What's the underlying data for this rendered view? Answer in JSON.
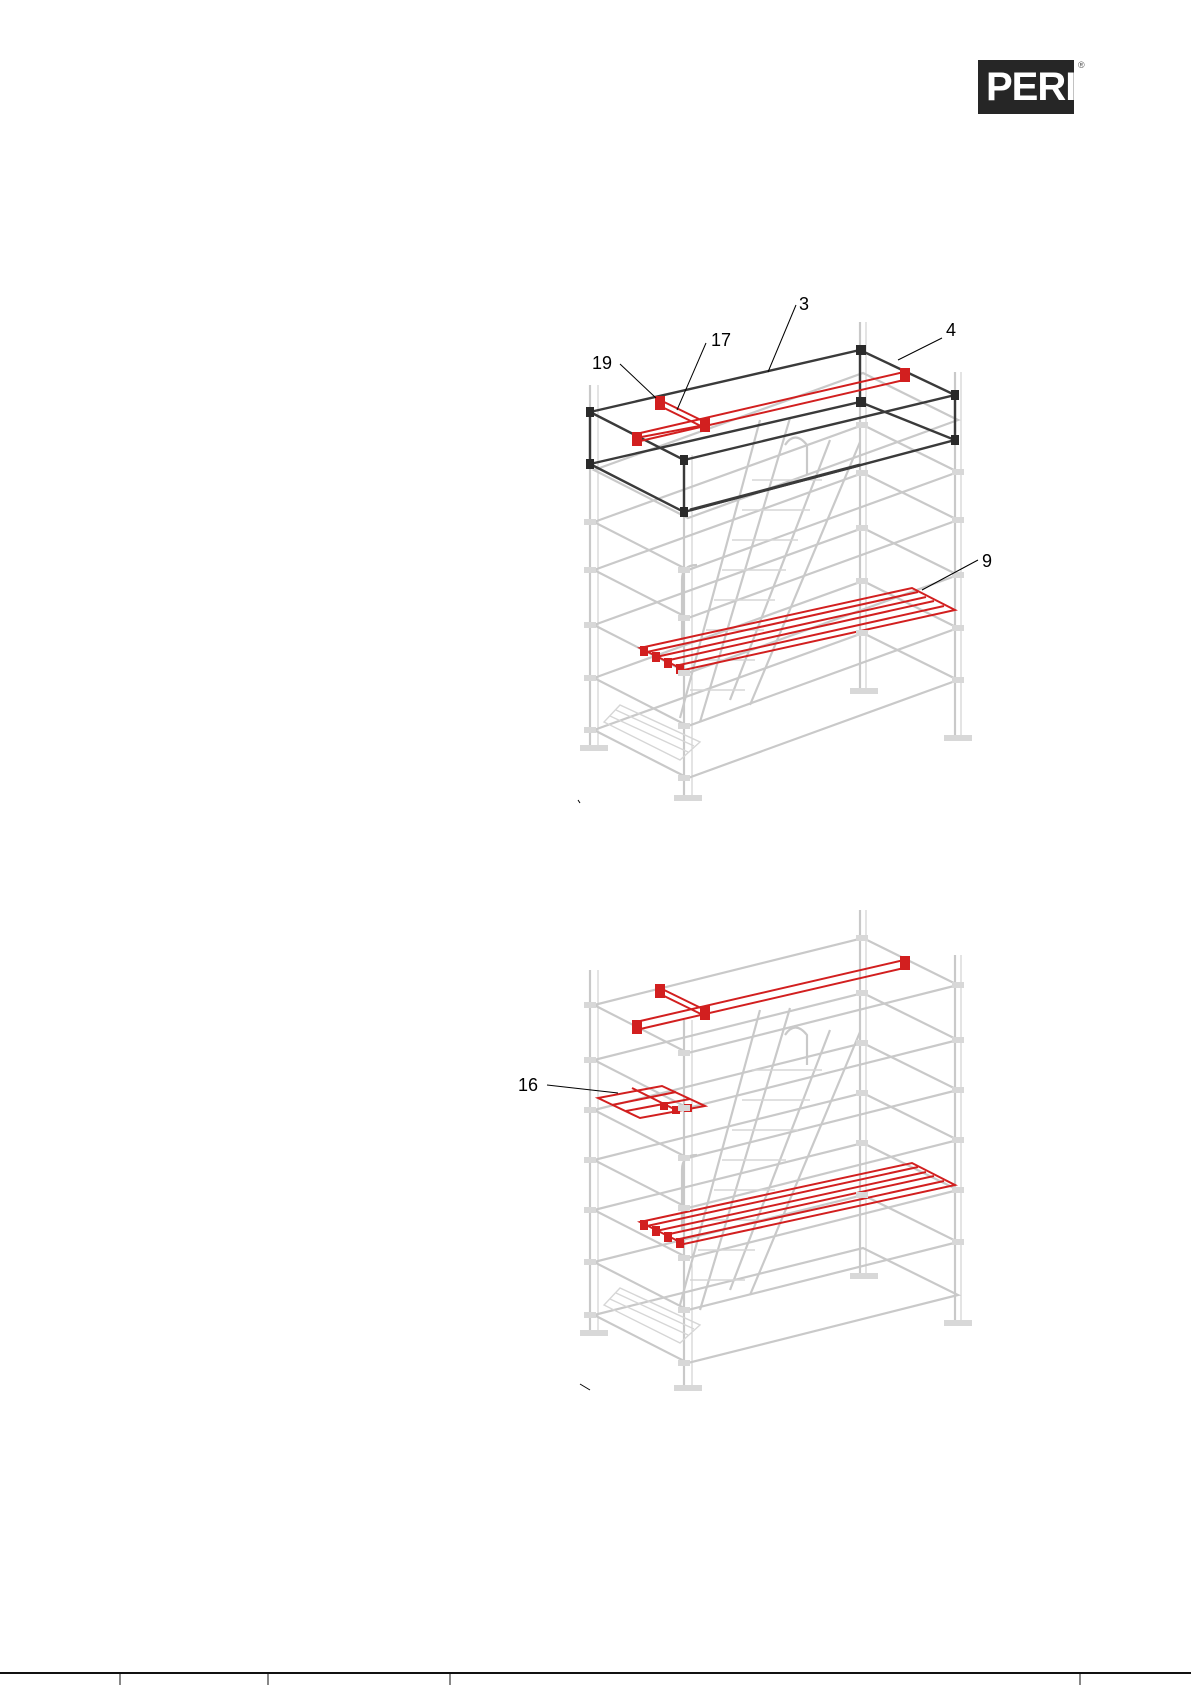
{
  "brand": {
    "name": "PERI",
    "registered": "®",
    "colors": {
      "logo": "#262626",
      "shadow": "#8a8a8a",
      "highlight": "#d21f1f",
      "structure": "#c9c9c9",
      "emphasis": "#3a3a3a"
    }
  },
  "figure1": {
    "callouts": [
      {
        "id": "c3",
        "label": "3"
      },
      {
        "id": "c4",
        "label": "4"
      },
      {
        "id": "c17",
        "label": "17"
      },
      {
        "id": "c19",
        "label": "19"
      },
      {
        "id": "c9",
        "label": "9"
      }
    ]
  },
  "figure2": {
    "callouts": [
      {
        "id": "c16",
        "label": "16"
      }
    ]
  }
}
